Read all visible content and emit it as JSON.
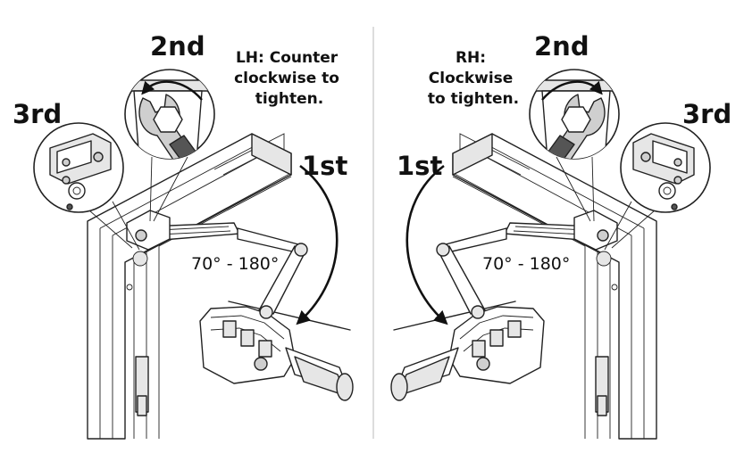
{
  "left_panel": {
    "step_first": "1st",
    "step_second": "2nd",
    "step_third": "3rd",
    "instruction": [
      "LH: Counter",
      "clockwise to",
      "tighten."
    ],
    "angle_range": "70° - 180°"
  },
  "right_panel": {
    "step_first": "1st",
    "step_second": "2nd",
    "step_third": "3rd",
    "instruction": [
      "RH:",
      "Clockwise",
      "to tighten."
    ],
    "angle_range": "70° - 180°"
  },
  "icons": {
    "wrench": "wrench-icon",
    "rotation_arrow": "rotation-arrow-icon",
    "nut": "hex-nut-icon",
    "swing_arrow": "swing-arc-arrow-icon"
  },
  "colors": {
    "line": "#222222",
    "background": "#ffffff",
    "metal_light": "#e6e6e6",
    "metal_mid": "#cfcfcf"
  }
}
